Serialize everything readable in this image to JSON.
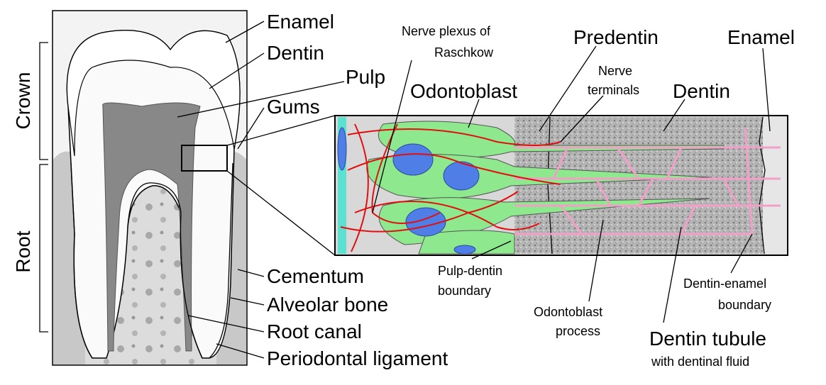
{
  "title": "Tooth anatomy and dentin structure",
  "tooth": {
    "crown": "Crown",
    "root": "Root",
    "labels": {
      "enamel": "Enamel",
      "dentin": "Dentin",
      "pulp": "Pulp",
      "gums": "Gums",
      "cementum": "Cementum",
      "alveolar_bone": "Alveolar bone",
      "root_canal": "Root canal",
      "periodontal_ligament": "Periodontal ligament"
    }
  },
  "detail": {
    "nerve_plexus_1": "Nerve plexus of",
    "nerve_plexus_2": "Raschkow",
    "predentin": "Predentin",
    "nerve_terminals_1": "Nerve",
    "nerve_terminals_2": "terminals",
    "odontoblast": "Odontoblast",
    "dentin": "Dentin",
    "enamel": "Enamel",
    "pulp_dentin_1": "Pulp-dentin",
    "pulp_dentin_2": "boundary",
    "odontoblast_process_1": "Odontoblast",
    "odontoblast_process_2": "process",
    "dentin_enamel_1": "Dentin-enamel",
    "dentin_enamel_2": "boundary",
    "dentin_tubule": "Dentin tubule",
    "dentinal_fluid": "with dentinal fluid"
  },
  "colors": {
    "odontoblast": "#8ee88e",
    "nucleus": "#4f7fe6",
    "nerve": "#e01010",
    "tubule": "#f2a0c8",
    "dentin_texture": "#9a9a9a"
  }
}
